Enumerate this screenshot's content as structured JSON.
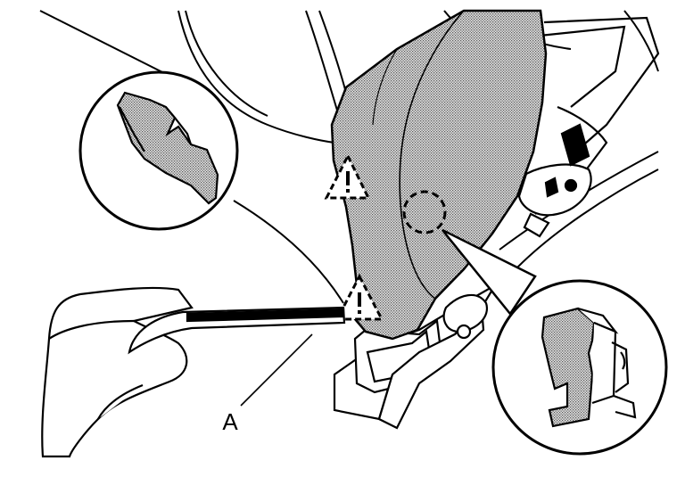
{
  "figure": {
    "callout_label": "A",
    "colors": {
      "ink": "#000000",
      "paper": "#ffffff",
      "screen_dot": "#5a5a5a",
      "screen_bg": "#e4e4e4"
    },
    "marks": [
      "shaded-cover-panel",
      "removal-tool",
      "hand",
      "caution-triangle-icon",
      "clip-location-circle",
      "clip-detail-magnifier",
      "claw-detail-magnifier"
    ]
  }
}
